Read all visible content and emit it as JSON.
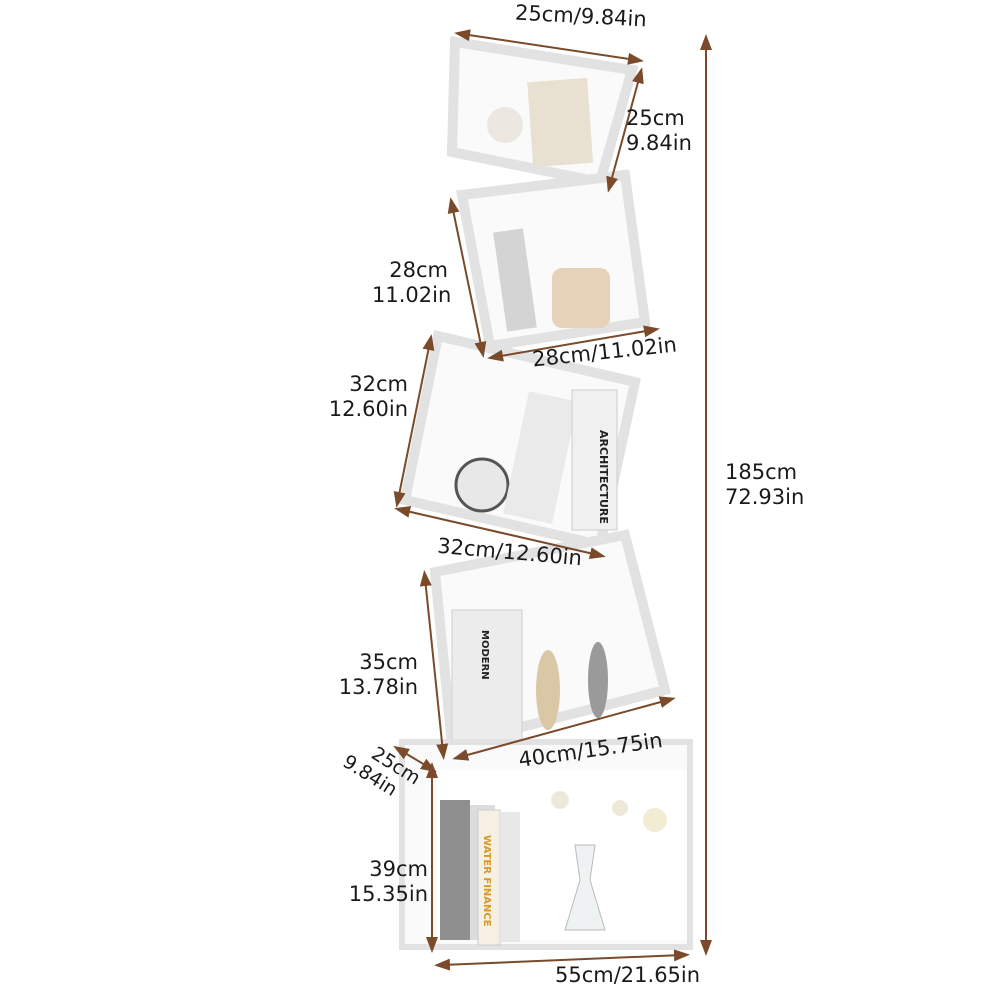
{
  "colors": {
    "dimension_line": "#7a4a2a",
    "shelf": "#f4f4f4",
    "shelf_edge": "#d8d8d8",
    "text": "#1a1a1a"
  },
  "dimensions": {
    "top_width": "25cm/9.84in",
    "top_height": [
      "25cm",
      "9.84in"
    ],
    "second_height": [
      "28cm",
      "11.02in"
    ],
    "second_width": "28cm/11.02in",
    "third_height": [
      "32cm",
      "12.60in"
    ],
    "third_width": "32cm/12.60in",
    "fourth_height": [
      "35cm",
      "13.78in"
    ],
    "fourth_width": "40cm/15.75in",
    "base_depth": [
      "25cm",
      "9.84in"
    ],
    "base_height": [
      "39cm",
      "15.35in"
    ],
    "base_width": "55cm/21.65in",
    "total_height": [
      "185cm",
      "72.93in"
    ]
  },
  "book_titles": [
    "ARCHITECTURE",
    "MODERN",
    "WATER FINANCE"
  ]
}
